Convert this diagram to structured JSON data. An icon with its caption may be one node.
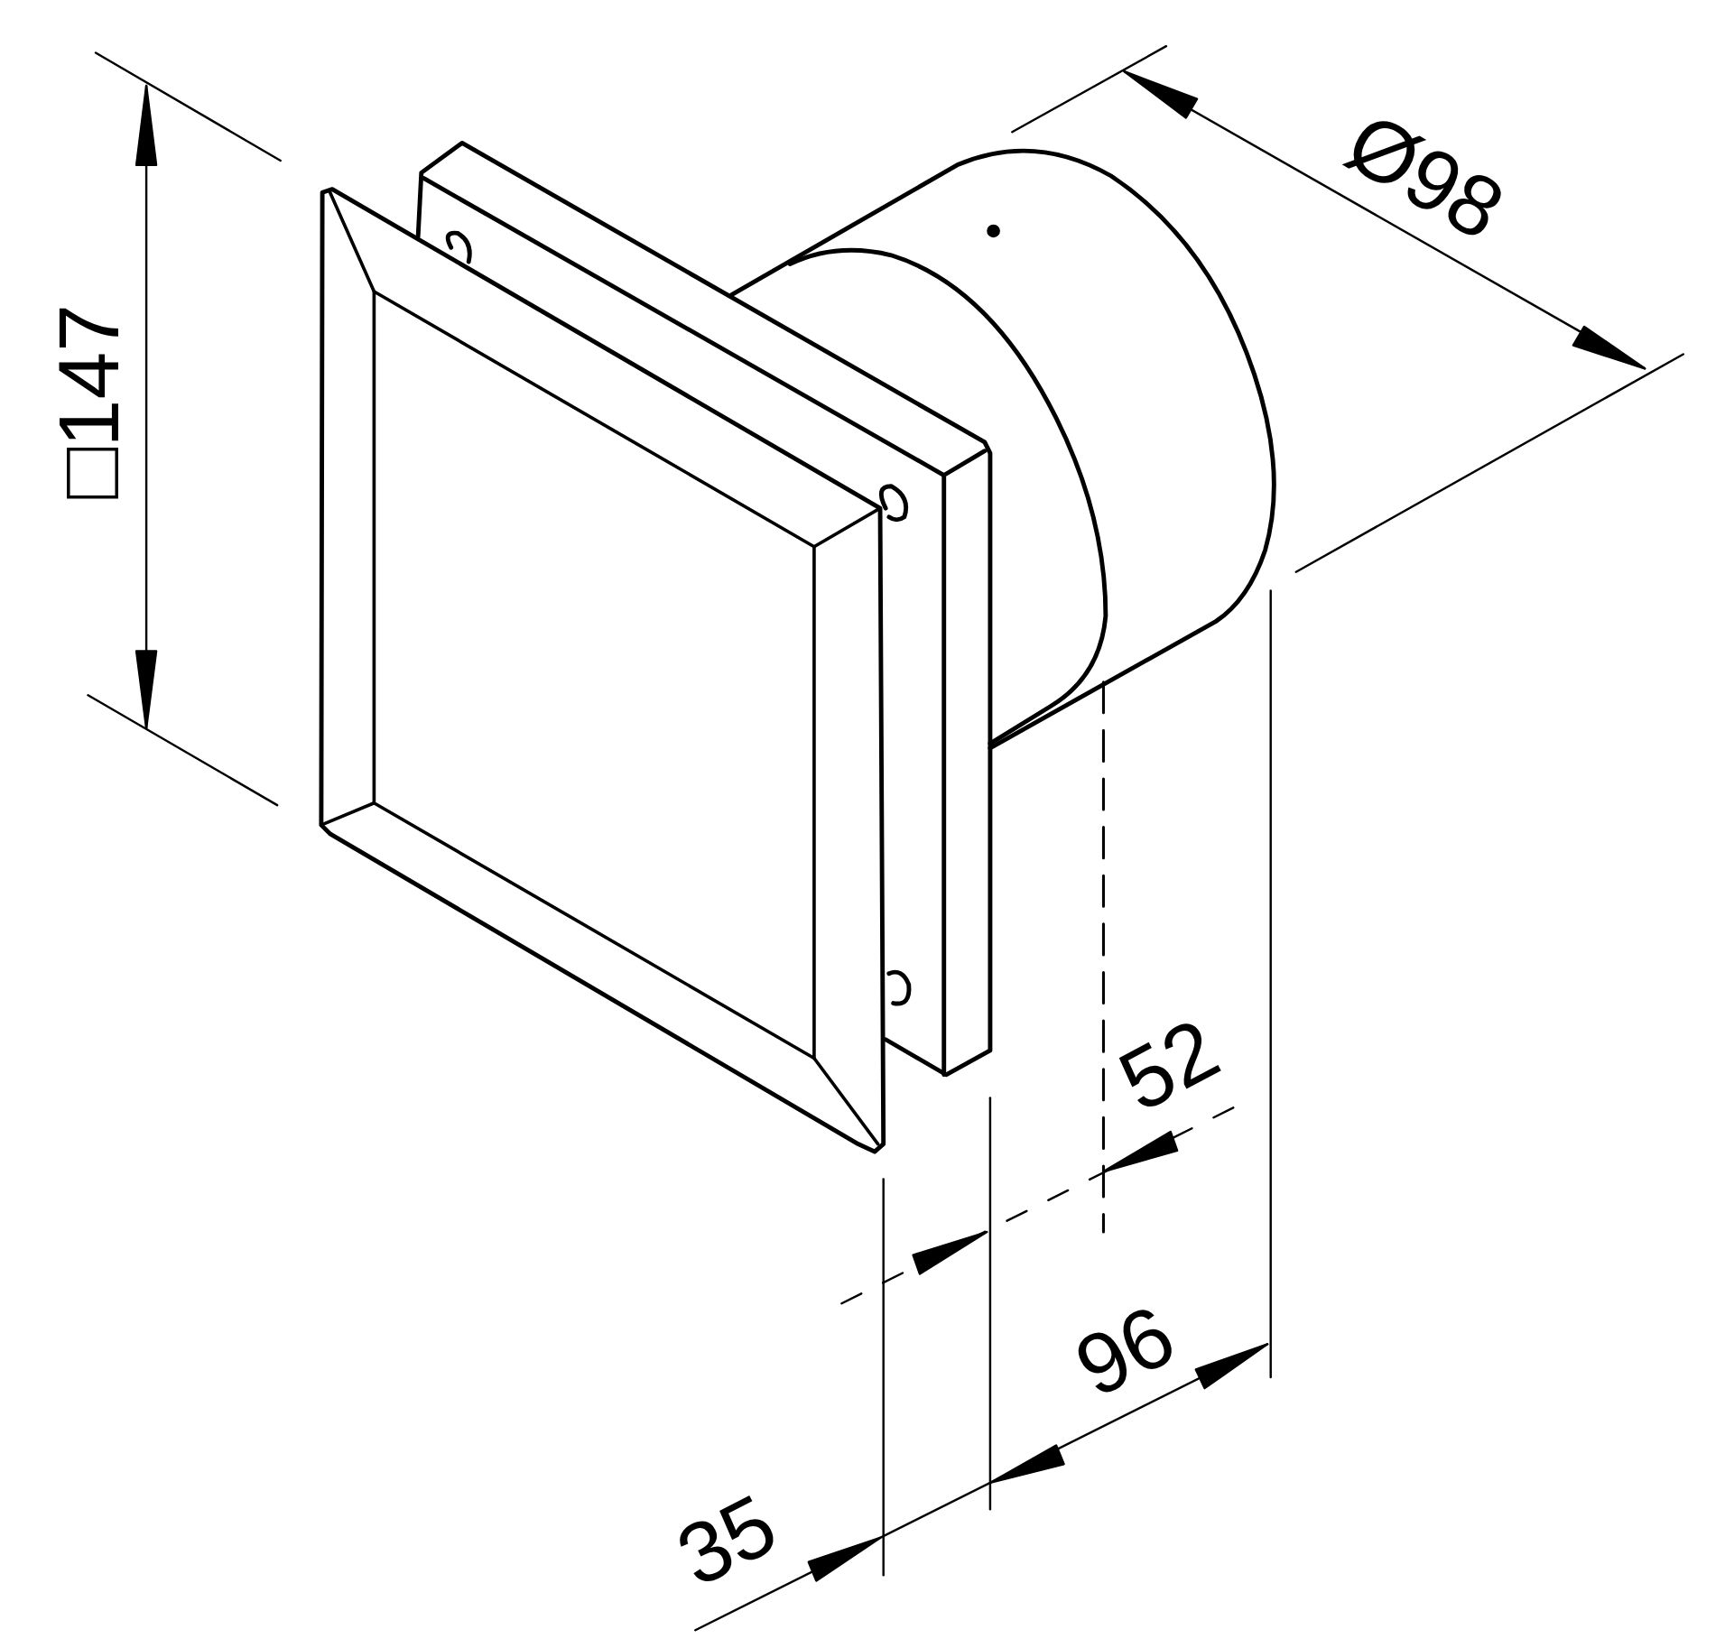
{
  "diagram": {
    "labels": [
      "□147",
      "Ø98",
      "52",
      "96",
      "35"
    ]
  }
}
